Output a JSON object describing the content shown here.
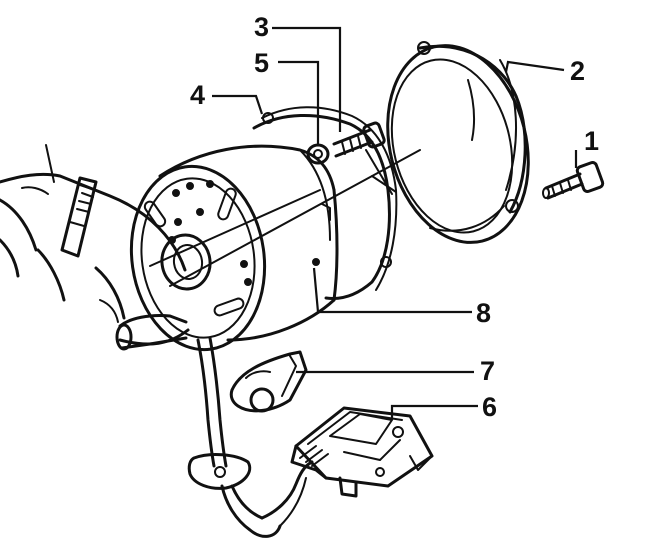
{
  "diagram": {
    "callouts": [
      {
        "id": "1",
        "text": "1"
      },
      {
        "id": "2",
        "text": "2"
      },
      {
        "id": "3",
        "text": "3"
      },
      {
        "id": "4",
        "text": "4"
      },
      {
        "id": "5",
        "text": "5"
      },
      {
        "id": "6",
        "text": "6"
      },
      {
        "id": "7",
        "text": "7"
      },
      {
        "id": "8",
        "text": "8"
      }
    ],
    "ink_color": "#111111",
    "background_color": "#ffffff"
  }
}
